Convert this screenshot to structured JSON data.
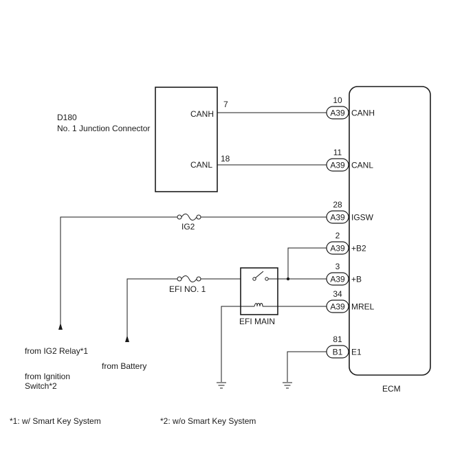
{
  "junction": {
    "code": "D180",
    "name": "No. 1 Junction Connector",
    "pins": [
      {
        "label": "CANH",
        "number": "7"
      },
      {
        "label": "CANL",
        "number": "18"
      }
    ]
  },
  "ecm": {
    "name": "ECM",
    "pins": [
      {
        "number": "10",
        "connector": "A39",
        "label": "CANH"
      },
      {
        "number": "11",
        "connector": "A39",
        "label": "CANL"
      },
      {
        "number": "28",
        "connector": "A39",
        "label": "IGSW"
      },
      {
        "number": "2",
        "connector": "A39",
        "label": "+B2"
      },
      {
        "number": "3",
        "connector": "A39",
        "label": "+B"
      },
      {
        "number": "34",
        "connector": "A39",
        "label": "MREL"
      },
      {
        "number": "81",
        "connector": "B1",
        "label": "E1"
      }
    ]
  },
  "fuses": {
    "ig2": "IG2",
    "efi_no1": "EFI NO. 1"
  },
  "relay": {
    "name": "EFI MAIN"
  },
  "sources": {
    "ig2_relay": "from IG2 Relay*1",
    "ignition_line1": "from Ignition",
    "ignition_line2": "Switch*2",
    "battery": "from Battery"
  },
  "footnotes": {
    "note1": "*1: w/ Smart Key System",
    "note2": "*2: w/o Smart Key System"
  }
}
